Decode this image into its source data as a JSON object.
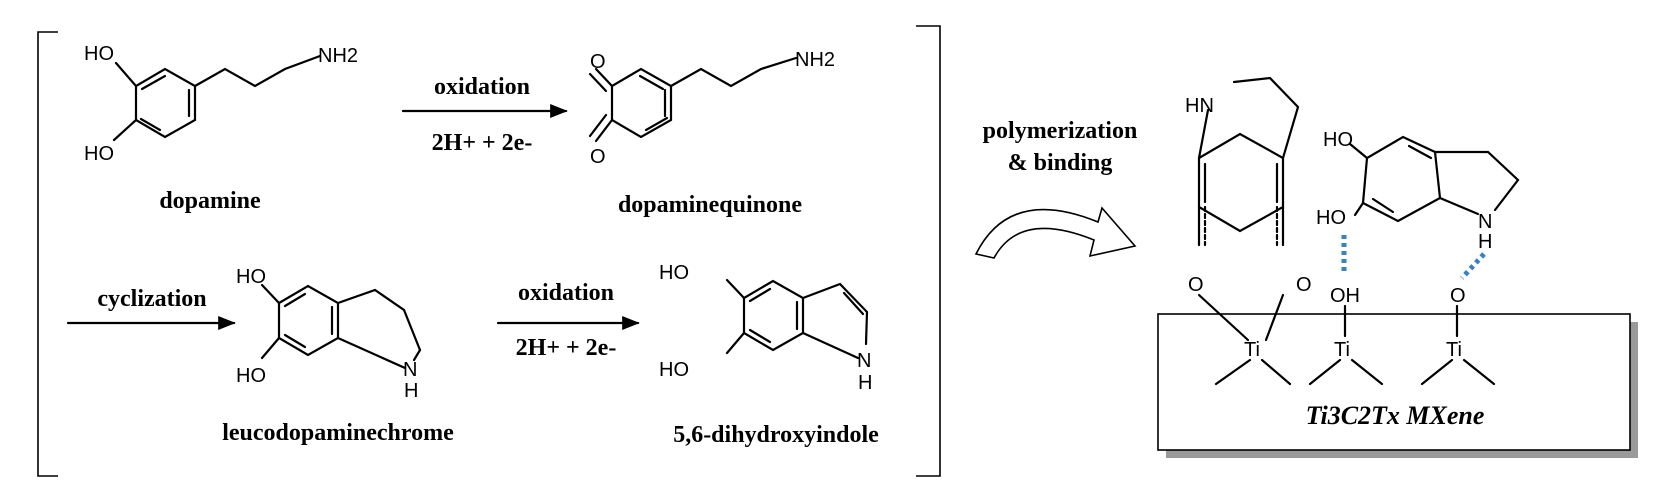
{
  "step_labels": {
    "oxidation_1": "oxidation",
    "electrons_1": "2H+ + 2e-",
    "cyclization": "cyclization",
    "oxidation_2": "oxidation",
    "electrons_2": "2H+ + 2e-",
    "polymerization_line1": "polymerization",
    "polymerization_line2": "& binding"
  },
  "compounds": {
    "dopamine": "dopamine",
    "dopaminequinone": "dopaminequinone",
    "leucodopaminechrome": "leucodopaminechrome",
    "dihydroxyindole": "5,6-dihydroxyindole"
  },
  "surface": {
    "material": "Ti3C2Tx MXene"
  },
  "atoms": {
    "HO": "HO",
    "NH2": "NH2",
    "O": "O",
    "HN": "HN",
    "N": "N",
    "H": "H",
    "OH": "OH",
    "Ti": "Ti"
  }
}
